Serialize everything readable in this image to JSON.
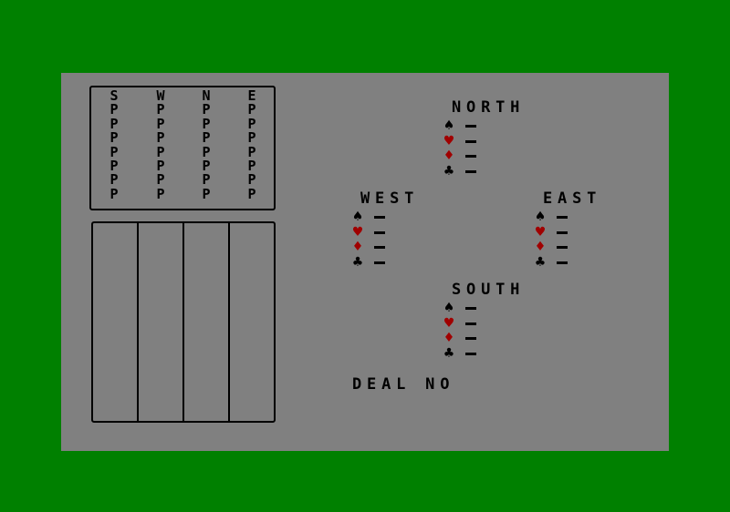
{
  "bidding": {
    "columns": [
      {
        "header": "S",
        "bids": [
          "P",
          "P",
          "P",
          "P",
          "P",
          "P",
          "P"
        ]
      },
      {
        "header": "W",
        "bids": [
          "P",
          "P",
          "P",
          "P",
          "P",
          "P",
          "P"
        ]
      },
      {
        "header": "N",
        "bids": [
          "P",
          "P",
          "P",
          "P",
          "P",
          "P",
          "P"
        ]
      },
      {
        "header": "E",
        "bids": [
          "P",
          "P",
          "P",
          "P",
          "P",
          "P",
          "P"
        ]
      }
    ]
  },
  "hands": [
    {
      "name": "NORTH",
      "suits": [
        {
          "icon": "spade-icon",
          "glyph": "♠",
          "value": "-"
        },
        {
          "icon": "heart-icon",
          "glyph": "♥",
          "value": "-"
        },
        {
          "icon": "diamond-icon",
          "glyph": "♦",
          "value": "-"
        },
        {
          "icon": "club-icon",
          "glyph": "♣",
          "value": "-"
        }
      ]
    },
    {
      "name": "WEST",
      "suits": [
        {
          "icon": "spade-icon",
          "glyph": "♠",
          "value": "-"
        },
        {
          "icon": "heart-icon",
          "glyph": "♥",
          "value": "-"
        },
        {
          "icon": "diamond-icon",
          "glyph": "♦",
          "value": "-"
        },
        {
          "icon": "club-icon",
          "glyph": "♣",
          "value": "-"
        }
      ]
    },
    {
      "name": "EAST",
      "suits": [
        {
          "icon": "spade-icon",
          "glyph": "♠",
          "value": "-"
        },
        {
          "icon": "heart-icon",
          "glyph": "♥",
          "value": "-"
        },
        {
          "icon": "diamond-icon",
          "glyph": "♦",
          "value": "-"
        },
        {
          "icon": "club-icon",
          "glyph": "♣",
          "value": "-"
        }
      ]
    },
    {
      "name": "SOUTH",
      "suits": [
        {
          "icon": "spade-icon",
          "glyph": "♠",
          "value": "-"
        },
        {
          "icon": "heart-icon",
          "glyph": "♥",
          "value": "-"
        },
        {
          "icon": "diamond-icon",
          "glyph": "♦",
          "value": "-"
        },
        {
          "icon": "club-icon",
          "glyph": "♣",
          "value": "-"
        }
      ]
    }
  ],
  "deal_label": "DEAL NO",
  "colors": {
    "background": "#008000",
    "table": "#808080",
    "red_suit": "#a00000"
  }
}
